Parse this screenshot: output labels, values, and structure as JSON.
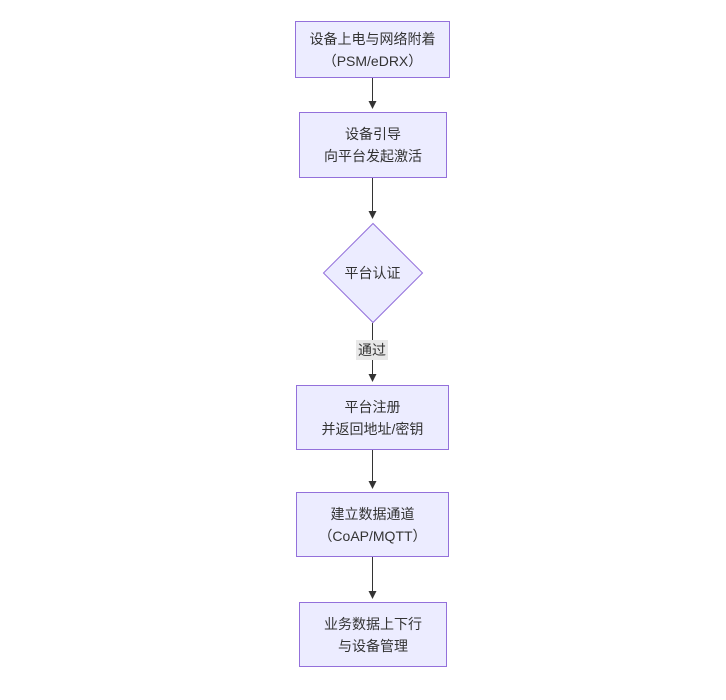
{
  "colors": {
    "background": "#FFFFFF",
    "node_fill": "#ECECFF",
    "node_border": "#9370DB",
    "text": "#333333",
    "edge_line": "#333333",
    "arrowhead": "#333333",
    "edge_label_bg": "#E8E8E8"
  },
  "diagram": {
    "type": "flowchart-top-down",
    "nodes": [
      {
        "id": "power-attach",
        "type": "rect",
        "lines": [
          "设备上电与网络附着",
          "（PSM/eDRX）"
        ]
      },
      {
        "id": "bootstrap",
        "type": "rect",
        "lines": [
          "设备引导",
          "向平台发起激活"
        ]
      },
      {
        "id": "platform-auth",
        "type": "diamond",
        "lines": [
          "平台认证"
        ]
      },
      {
        "id": "platform-register",
        "type": "rect",
        "lines": [
          "平台注册",
          "并返回地址/密钥"
        ]
      },
      {
        "id": "data-channel",
        "type": "rect",
        "lines": [
          "建立数据通道",
          "（CoAP/MQTT）"
        ]
      },
      {
        "id": "business-mgmt",
        "type": "rect",
        "lines": [
          "业务数据上下行",
          "与设备管理"
        ]
      }
    ],
    "edges": [
      {
        "from": "power-attach",
        "to": "bootstrap",
        "label": ""
      },
      {
        "from": "bootstrap",
        "to": "platform-auth",
        "label": ""
      },
      {
        "from": "platform-auth",
        "to": "platform-register",
        "label": "通过"
      },
      {
        "from": "platform-register",
        "to": "data-channel",
        "label": ""
      },
      {
        "from": "data-channel",
        "to": "business-mgmt",
        "label": ""
      }
    ]
  }
}
